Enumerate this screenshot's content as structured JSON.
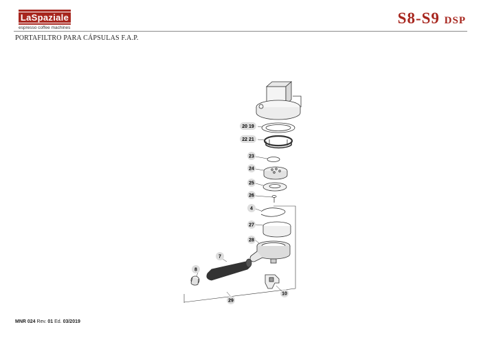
{
  "header": {
    "logo_text": "LaSpaziale",
    "logo_tagline": "espresso coffee machines",
    "model_main": "S8-S9",
    "model_suffix": "DSP",
    "brand_color": "#a7261e"
  },
  "page_title": "PORTAFILTRO PARA CÁPSULAS F.A.P.",
  "callouts": {
    "c2019": "20 19",
    "c2221": "22 21",
    "c23": "23",
    "c24": "24",
    "c25": "25",
    "c26": "26",
    "c4": "4",
    "c27": "27",
    "c28": "28",
    "c7": "7",
    "c8": "8",
    "c10": "10",
    "c29": "29"
  },
  "footer": {
    "code": "MNR 024",
    "rev_label": "Rev.",
    "rev_value": "01",
    "ed_label": "Ed.",
    "ed_value": "03/2019"
  }
}
